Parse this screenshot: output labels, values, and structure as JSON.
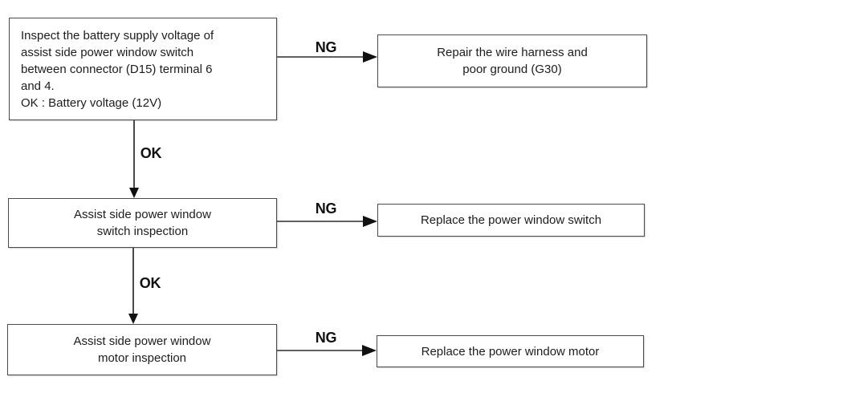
{
  "diagram": {
    "type": "troubleshooting-flowchart",
    "background_color": "#ffffff",
    "box_border_color": "#4b4b4b",
    "text_color": "#1d1d1d",
    "line_color": "#606060",
    "arrow_color": "#111111",
    "rows": [
      {
        "step": {
          "text": "Inspect the battery supply voltage of\nassist side power window switch\nbetween connector (D15) terminal 6\nand 4.\nOK : Battery voltage (12V)"
        },
        "ng_label": "NG",
        "result": {
          "text": "Repair the wire harness and\npoor ground (G30)"
        },
        "ok_label": "OK"
      },
      {
        "step": {
          "text": "Assist side power window\nswitch inspection"
        },
        "ng_label": "NG",
        "result": {
          "text": "Replace the power window switch"
        },
        "ok_label": "OK"
      },
      {
        "step": {
          "text": "Assist side power window\nmotor inspection"
        },
        "ng_label": "NG",
        "result": {
          "text": "Replace the power window motor"
        }
      }
    ]
  }
}
